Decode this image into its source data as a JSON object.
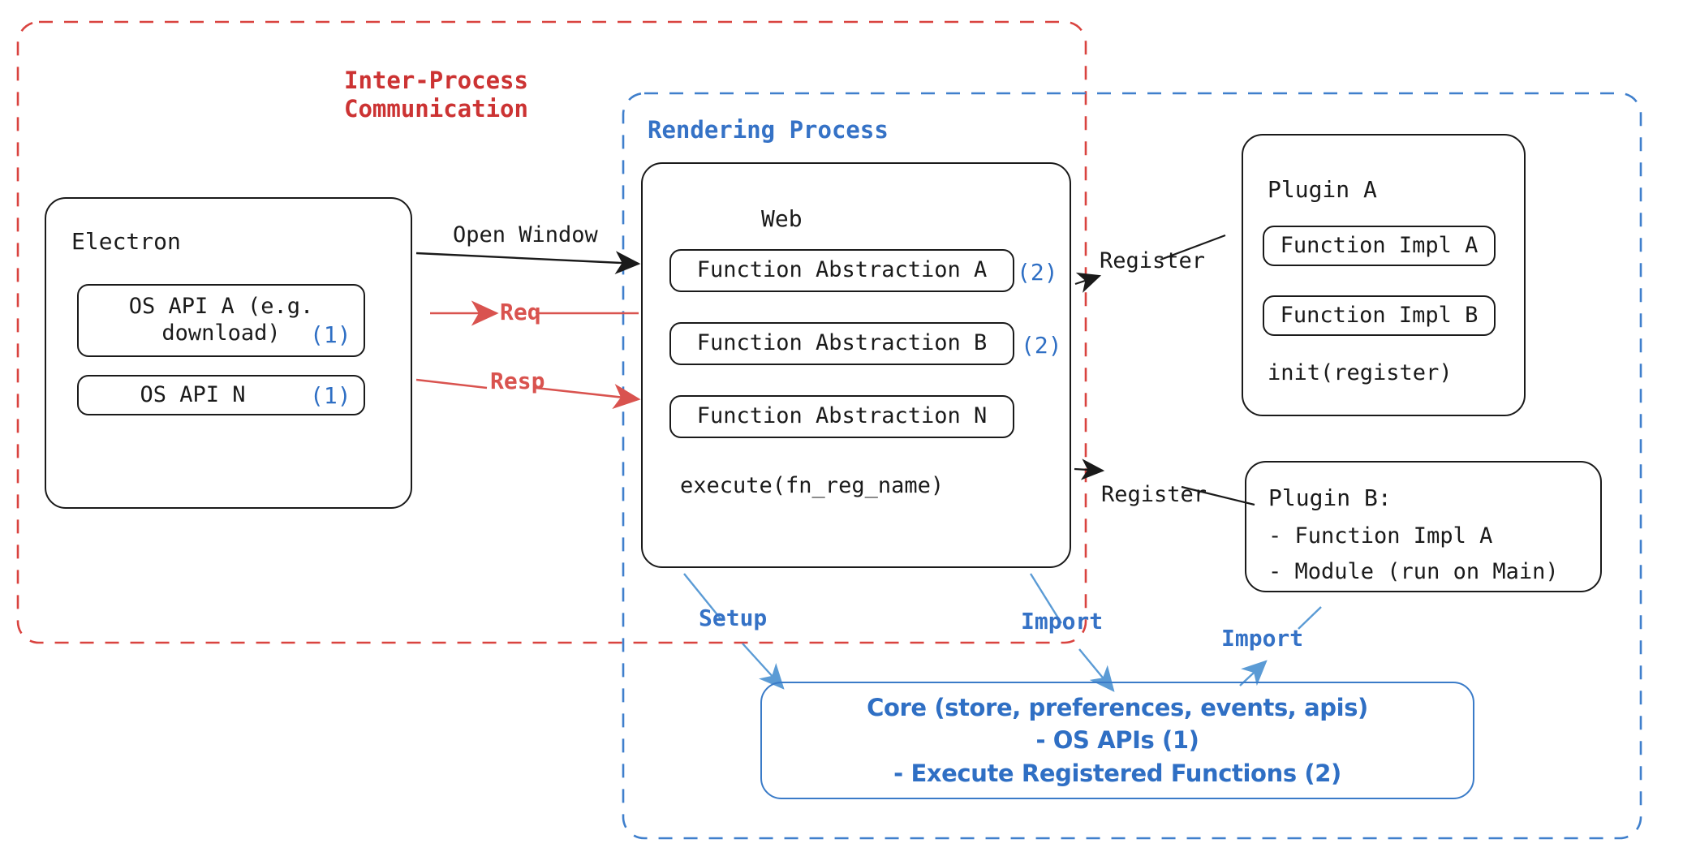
{
  "diagram": {
    "title": "Electron plugin architecture",
    "colors": {
      "ipc_red": "#cc3333",
      "process_blue": "#3572c6",
      "core_blue": "#2f6fc4",
      "arrow_red": "#d9534f",
      "arrow_black": "#1a1a1a",
      "box_stroke": "#1a1a1a"
    }
  },
  "groups": {
    "ipc": {
      "label": "Inter-Process\nCommunication"
    },
    "rendering": {
      "label": "Rendering Process"
    }
  },
  "electron": {
    "title": "Electron",
    "apis": [
      {
        "label": "OS API A (e.g.\ndownload)",
        "badge": "(1)"
      },
      {
        "label": "OS API N",
        "badge": "(1)"
      }
    ]
  },
  "web": {
    "title": "Web",
    "abstractions": [
      {
        "label": "Function Abstraction A",
        "badge": "(2)"
      },
      {
        "label": "Function Abstraction B",
        "badge": "(2)"
      },
      {
        "label": "Function Abstraction N",
        "badge": ""
      }
    ],
    "footer": "execute(fn_reg_name)"
  },
  "plugin_a": {
    "title": "Plugin A",
    "items": [
      {
        "label": "Function Impl A"
      },
      {
        "label": "Function Impl B"
      }
    ],
    "footer": "init(register)"
  },
  "plugin_b": {
    "title": "Plugin B:",
    "lines": [
      "- Function Impl A",
      "- Module (run on Main)"
    ]
  },
  "core": {
    "lines": [
      "Core (store, preferences, events, apis)",
      "- OS APIs (1)",
      "- Execute Registered Functions (2)"
    ]
  },
  "edges": {
    "open_window": "Open Window",
    "req": "Req",
    "resp": "Resp",
    "register_a": "Register",
    "register_b": "Register",
    "setup": "Setup",
    "import_web": "Import",
    "import_plugin": "Import"
  }
}
